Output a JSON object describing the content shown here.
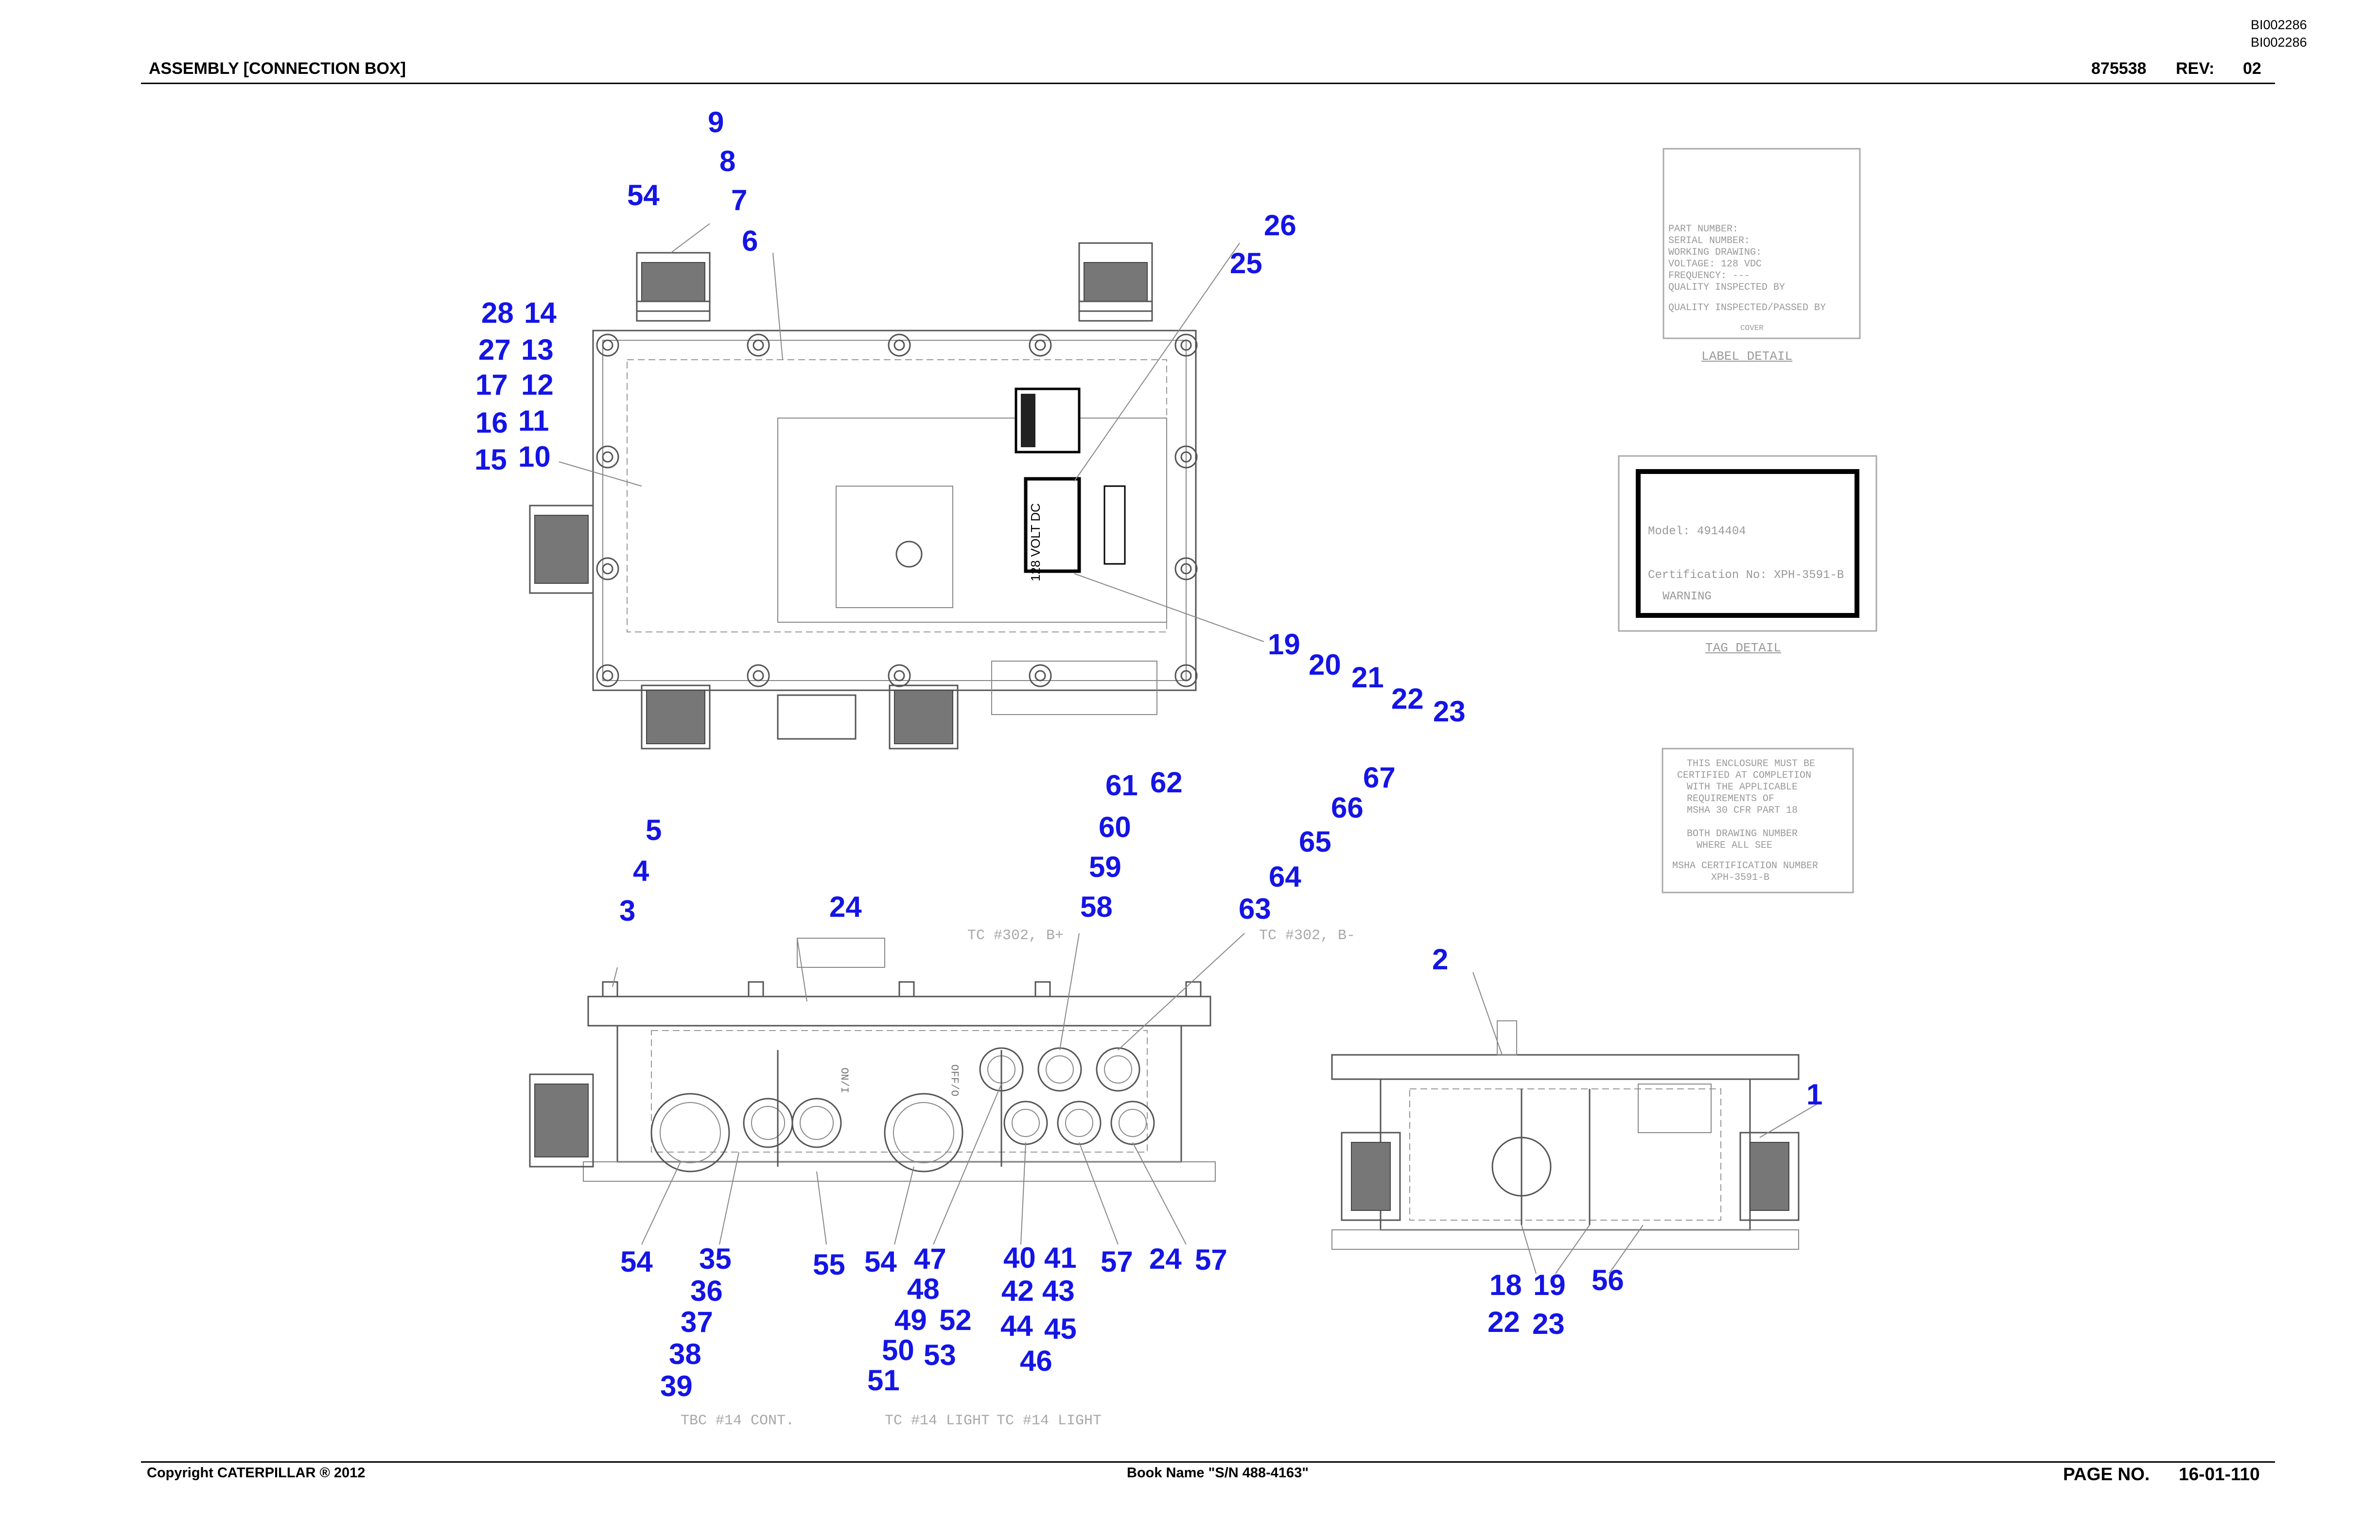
{
  "header": {
    "title": "ASSEMBLY [CONNECTION BOX]",
    "doc_id_1": "BI002286",
    "doc_id_2": "BI002286",
    "part_number": "875538",
    "rev_label": "REV:",
    "rev_value": "02"
  },
  "footer": {
    "copyright": "Copyright CATERPILLAR ® 2012",
    "book_name": "Book Name \"S/N 488-4163\"",
    "page_label": "PAGE NO.",
    "page_value": "16-01-110"
  },
  "callouts": {
    "top_view": [
      "9",
      "8",
      "54",
      "7",
      "6",
      "26",
      "25",
      "28",
      "14",
      "27",
      "13",
      "17",
      "12",
      "16",
      "11",
      "15",
      "10",
      "19",
      "20",
      "21",
      "22",
      "23"
    ],
    "front_view": [
      "61",
      "62",
      "67",
      "60",
      "66",
      "5",
      "65",
      "59",
      "4",
      "64",
      "3",
      "24",
      "58",
      "63",
      "54",
      "35",
      "36",
      "37",
      "38",
      "39",
      "55",
      "54",
      "47",
      "48",
      "49",
      "52",
      "50",
      "53",
      "51",
      "40",
      "41",
      "42",
      "43",
      "44",
      "45",
      "46",
      "57",
      "24",
      "57"
    ],
    "side_view": [
      "2",
      "1",
      "18",
      "19",
      "56",
      "22",
      "23"
    ]
  },
  "drawing_text": {
    "warning_label": "128 VOLT DC",
    "side_marks": [
      "ON/I",
      "OFF/O"
    ],
    "tc_label_1": "TC #302, B+",
    "tc_label_2": "TC #302, B-",
    "bottom_label_1": "TBC #14 CONT.",
    "bottom_label_2": "TC #14 LIGHT",
    "bottom_label_3": "TC #14 LIGHT"
  },
  "label_detail": {
    "lines": [
      "PART NUMBER:",
      "SERIAL NUMBER:",
      "WORKING DRAWING:",
      "VOLTAGE: 128 VDC",
      "FREQUENCY: ---",
      "QUALITY INSPECTED BY",
      "",
      "QUALITY INSPECTED/PASSED BY",
      "",
      "COVER"
    ],
    "title": "LABEL DETAIL"
  },
  "tag_detail": {
    "lines": [
      "Model: 4914404",
      "Certification No: XPH-3591-B",
      "WARNING"
    ],
    "title": "TAG DETAIL"
  },
  "msha_label": {
    "lines": [
      "THIS ENCLOSURE MUST BE",
      "CERTIFIED AT COMPLETION",
      "WITH THE APPLICABLE",
      "REQUIREMENTS OF",
      "MSHA 30 CFR PART 18",
      "",
      "BOTH DRAWING NUMBER",
      "WHERE ALL SEE",
      "",
      "MSHA CERTIFICATION NUMBER",
      "XPH-3591-B"
    ]
  }
}
